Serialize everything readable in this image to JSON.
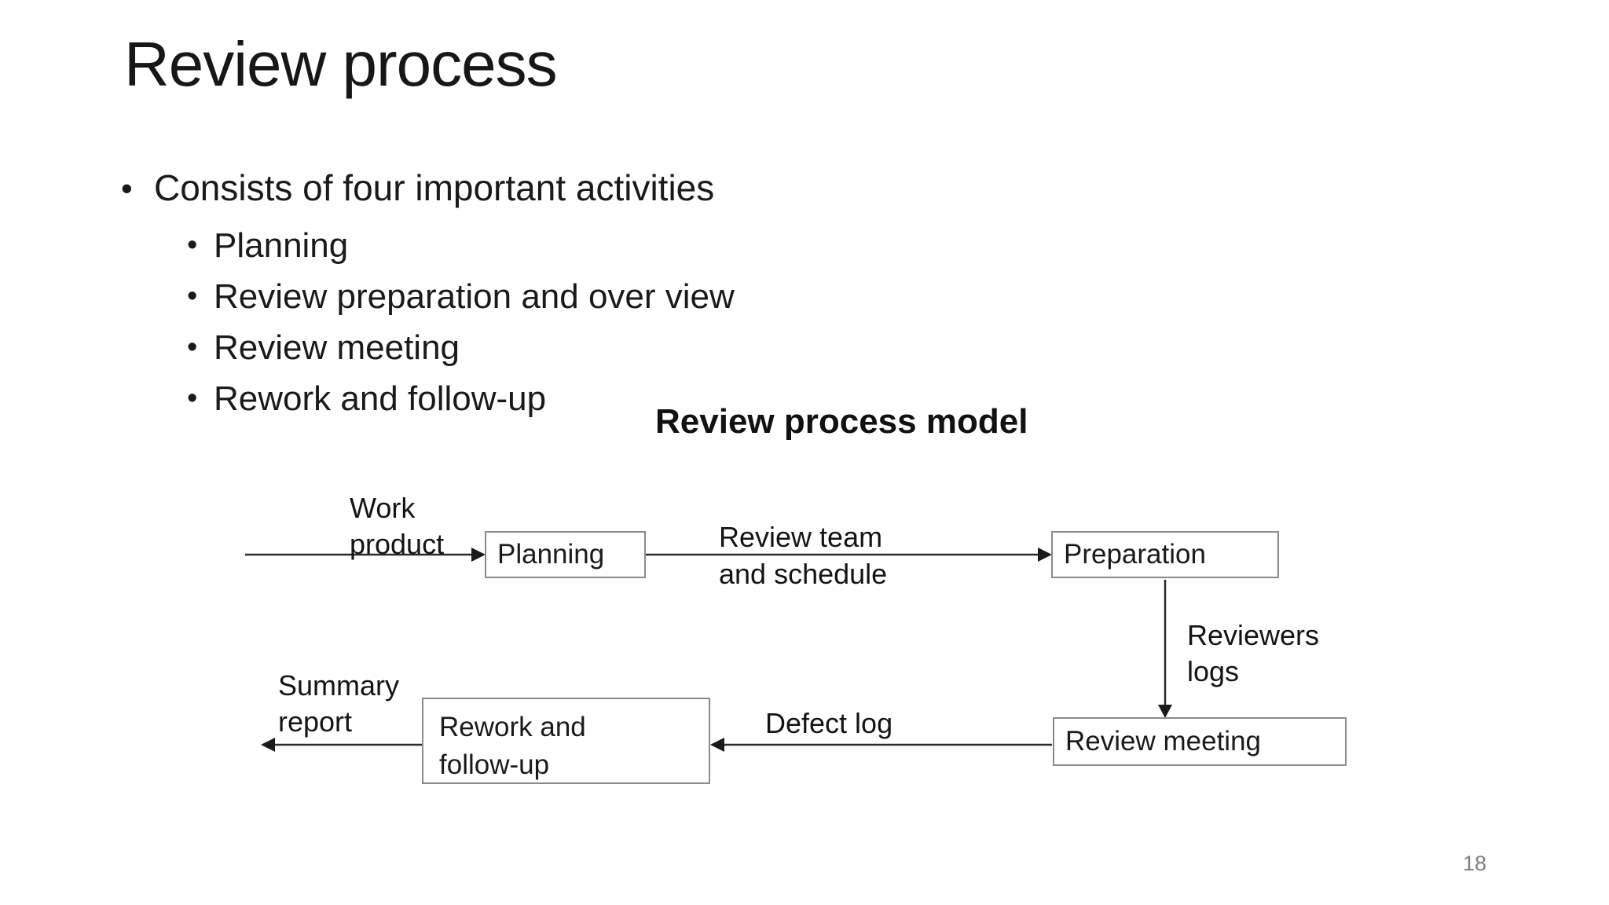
{
  "slide": {
    "title": "Review process",
    "page_number": "18"
  },
  "bullets": {
    "marker": "•",
    "level1": "Consists of four important activities",
    "items": [
      "Planning",
      "Review preparation and over view",
      "Review meeting",
      "Rework and follow-up"
    ]
  },
  "diagram": {
    "heading": "Review process model",
    "boxes": {
      "planning": "Planning",
      "preparation": "Preparation",
      "review_meeting": "Review meeting",
      "rework_line1": "Rework and",
      "rework_line2": "follow-up"
    },
    "labels": {
      "work_line1": "Work",
      "work_line2": "product",
      "team_line1": "Review team",
      "team_line2": "and schedule",
      "logs_line1": "Reviewers",
      "logs_line2": "logs",
      "defect": "Defect log",
      "summary_line1": "Summary",
      "summary_line2": "report"
    }
  },
  "colors": {
    "background": "#ffffff",
    "text": "#1a1a1a",
    "box_border": "#8a8a8a",
    "arrow": "#2b2b2b",
    "page_number": "#808080"
  }
}
